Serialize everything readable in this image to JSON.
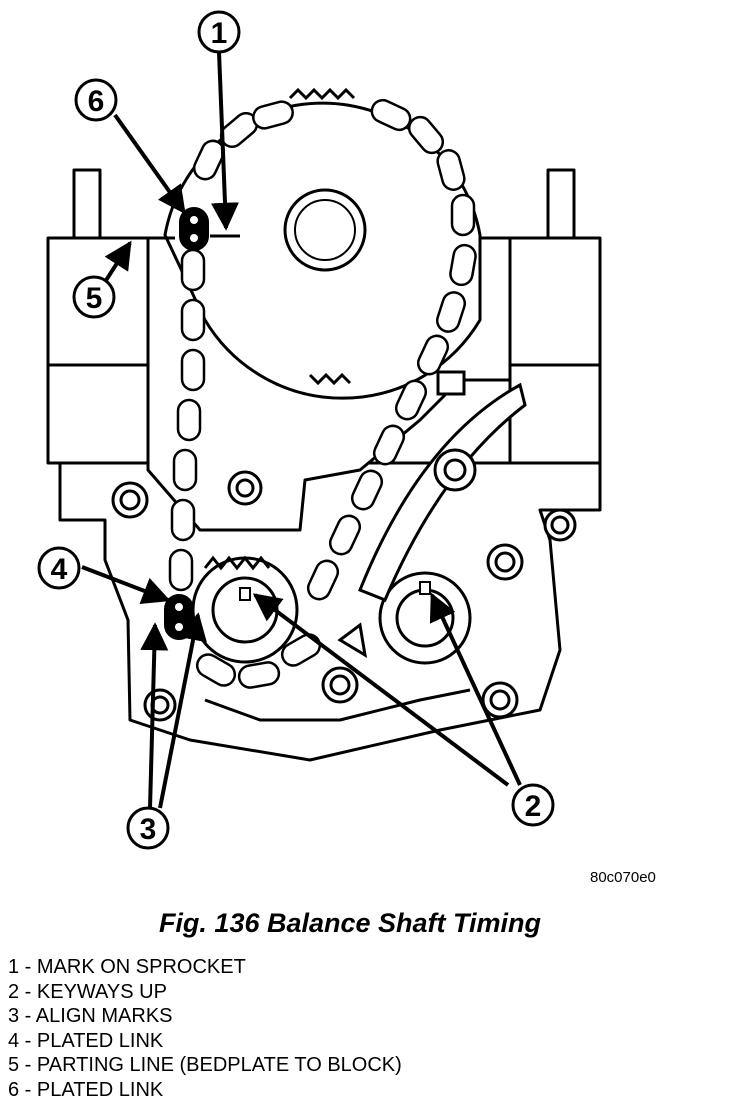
{
  "figure": {
    "id_code": "80c070e0",
    "caption": "Fig. 136 Balance Shaft Timing"
  },
  "callouts": [
    {
      "number": "1",
      "label": "MARK ON SPROCKET"
    },
    {
      "number": "2",
      "label": "KEYWAYS UP"
    },
    {
      "number": "3",
      "label": "ALIGN MARKS"
    },
    {
      "number": "4",
      "label": "PLATED LINK"
    },
    {
      "number": "5",
      "label": "PARTING LINE (BEDPLATE TO BLOCK)"
    },
    {
      "number": "6",
      "label": "PLATED LINK"
    }
  ],
  "legend": [
    "1 - MARK ON SPROCKET",
    "2 - KEYWAYS UP",
    "3 - ALIGN MARKS",
    "4 - PLATED LINK",
    "5 - PARTING LINE (BEDPLATE TO BLOCK)",
    "6 - PLATED LINK"
  ]
}
